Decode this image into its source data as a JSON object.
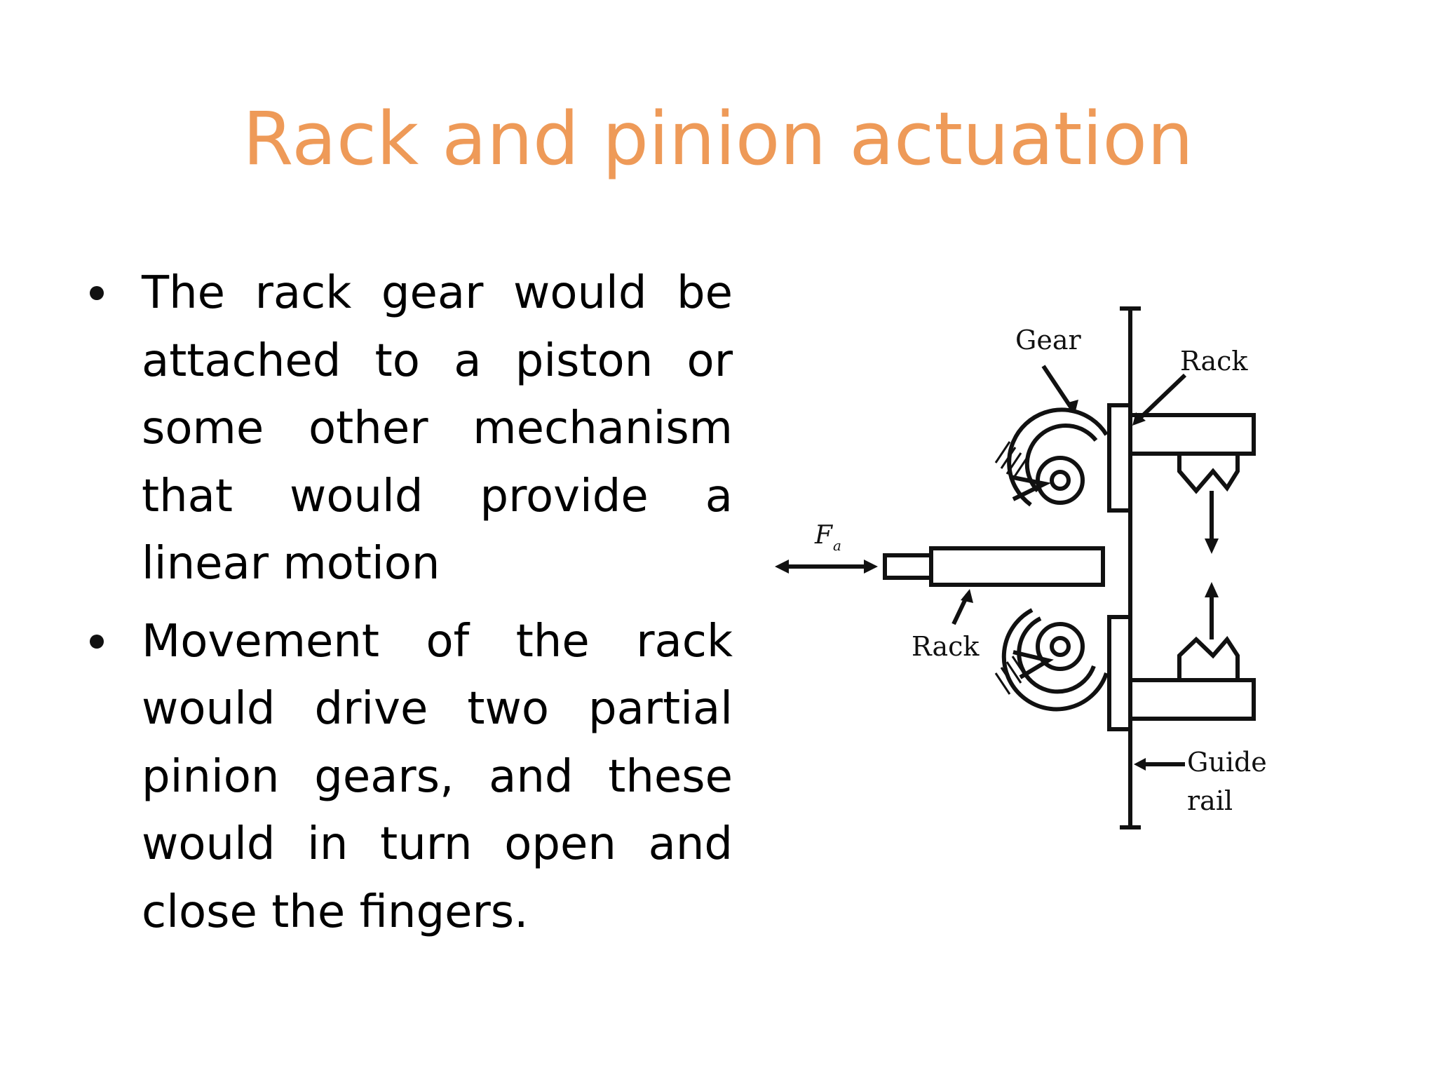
{
  "slide": {
    "title": "Rack and pinion actuation",
    "bullets": [
      "The rack gear would be attached to a piston or some other mechanism that would provide a linear motion",
      "Movement of the rack would drive two partial pinion gears, and these would in turn open and close the fingers."
    ]
  },
  "diagram": {
    "labels": {
      "gear": "Gear",
      "rack_top": "Rack",
      "force": "F",
      "force_sub": "a",
      "rack_left": "Rack",
      "guide_1": "Guide",
      "guide_2": "rail"
    }
  },
  "colors": {
    "title": "#EE9A58",
    "text": "#000000"
  }
}
